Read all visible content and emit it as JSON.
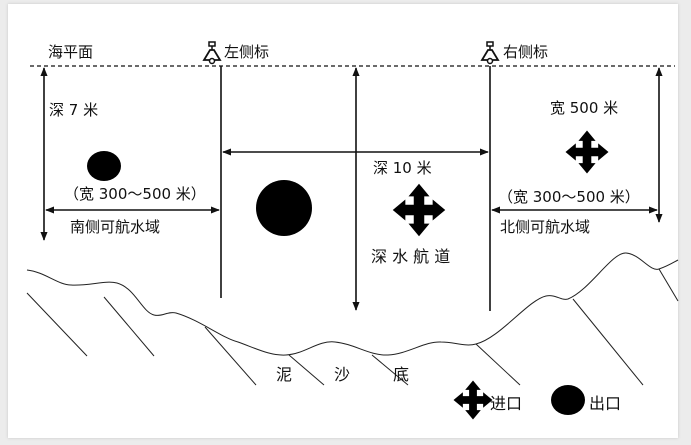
{
  "labels": {
    "sea_level": "海平面",
    "left_marker": "左侧标",
    "right_marker": "右侧标",
    "depth_south": "深 7 米",
    "width_south": "（宽 300～500 米）",
    "south_zone": "南侧可航水域",
    "depth_channel": "深 10 米",
    "channel": "深 水 航 道",
    "width_channel": "宽 500 米",
    "width_north": "（宽 300～500 米）",
    "north_zone": "北侧可航水域",
    "seabed": [
      "泥",
      "沙",
      "底"
    ]
  },
  "legend": {
    "entry": "进口",
    "exit": "出口"
  }
}
